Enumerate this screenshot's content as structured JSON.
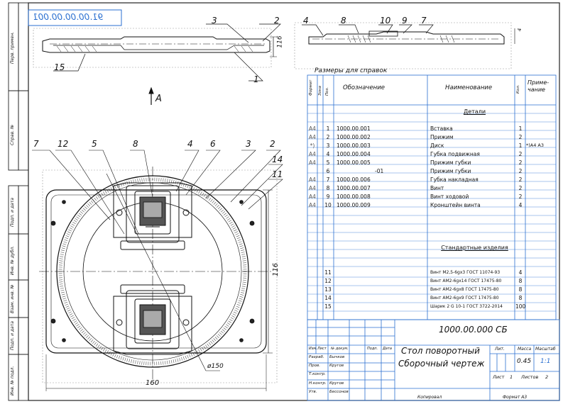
{
  "drawing": {
    "doc_code_mirror": "91.00.00.00.001",
    "view_label": "A",
    "dim_vertical": "116",
    "dim_horizontal": "160",
    "dim_diameter": "ø150",
    "dim_small": "4",
    "callouts_top_left": [
      "3",
      "2",
      "15",
      "1"
    ],
    "callouts_top_right": [
      "4",
      "8",
      "10",
      "9",
      "7"
    ],
    "callouts_plan": [
      "7",
      "12",
      "5",
      "8",
      "4",
      "6",
      "3",
      "2",
      "14",
      "11"
    ]
  },
  "spec": {
    "ref_note": "Размеры для справок",
    "headers": {
      "format": "Формат",
      "zone": "Зона",
      "pos": "Поз.",
      "designation": "Обозначение",
      "name": "Наименование",
      "qty": "Кол.",
      "note": "Приме-\nчание"
    },
    "section_parts": "Детали",
    "parts": [
      {
        "fmt": "А4",
        "pos": "1",
        "des": "1000.00.001",
        "name": "Вставка",
        "qty": "1",
        "note": ""
      },
      {
        "fmt": "А4",
        "pos": "2",
        "des": "1000.00.002",
        "name": "Прижим",
        "qty": "2",
        "note": ""
      },
      {
        "fmt": "*)",
        "pos": "3",
        "des": "1000.00.003",
        "name": "Диск",
        "qty": "1",
        "note": "*)А4 А3"
      },
      {
        "fmt": "А4",
        "pos": "4",
        "des": "1000.00.004",
        "name": "Губка подвижная",
        "qty": "2",
        "note": ""
      },
      {
        "fmt": "А4",
        "pos": "5",
        "des": "1000.00.005",
        "name": "Прижим губки",
        "qty": "2",
        "note": ""
      },
      {
        "fmt": "",
        "pos": "6",
        "des": "-01",
        "name": "Прижим губки",
        "qty": "2",
        "note": ""
      },
      {
        "fmt": "А4",
        "pos": "7",
        "des": "1000.00.006",
        "name": "Губка накладная",
        "qty": "2",
        "note": ""
      },
      {
        "fmt": "А4",
        "pos": "8",
        "des": "1000.00.007",
        "name": "Винт",
        "qty": "2",
        "note": ""
      },
      {
        "fmt": "А4",
        "pos": "9",
        "des": "1000.00.008",
        "name": "Винт ходовой",
        "qty": "2",
        "note": ""
      },
      {
        "fmt": "А4",
        "pos": "10",
        "des": "1000.00.009",
        "name": "Кронштейн винта",
        "qty": "4",
        "note": ""
      }
    ],
    "section_std": "Стандартные изделия",
    "std": [
      {
        "pos": "11",
        "name": "Винт М2,5-6gх3 ГОСТ 11074-93",
        "qty": "4"
      },
      {
        "pos": "12",
        "name": "Винт АМ2-6gх14 ГОСТ 17475-80",
        "qty": "8"
      },
      {
        "pos": "13",
        "name": "Винт АМ2-6gх8 ГОСТ 17475-80",
        "qty": "8"
      },
      {
        "pos": "14",
        "name": "Винт АМ2-6gх9 ГОСТ 17475-80",
        "qty": "8"
      },
      {
        "pos": "15",
        "name": "Шарик 2 G 10-1 ГОСТ 3722-2014",
        "qty": "100"
      }
    ]
  },
  "stamp": {
    "code": "1000.00.000 СБ",
    "title_line1": "Стол поворотный",
    "title_line2": "Сборочный чертеж",
    "lit_label": "Лит.",
    "mass_label": "Масса",
    "scale_label": "Масштаб",
    "mass": "0.45",
    "scale": "1:1",
    "sheet_label": "Лист",
    "sheet_value": "1",
    "sheets_label": "Листов",
    "sheets_value": "2",
    "rows": [
      "Изм.",
      "Лист",
      "№ докум.",
      "Подп.",
      "Дата"
    ],
    "roles": [
      "Разраб.",
      "Пров.",
      "Т.контр.",
      "Н.контр.",
      "Утв."
    ],
    "names": [
      "Бычков",
      "Кругов",
      "Кругов",
      "Бессонов"
    ],
    "copied": "Копировал",
    "format": "Формат А3"
  },
  "side_labels": [
    "Перв. примен.",
    "Справ. №",
    "Подп. и дата",
    "Инв. № дубл.",
    "Взам. инв. №",
    "Подп. и дата",
    "Инв. № подл."
  ]
}
